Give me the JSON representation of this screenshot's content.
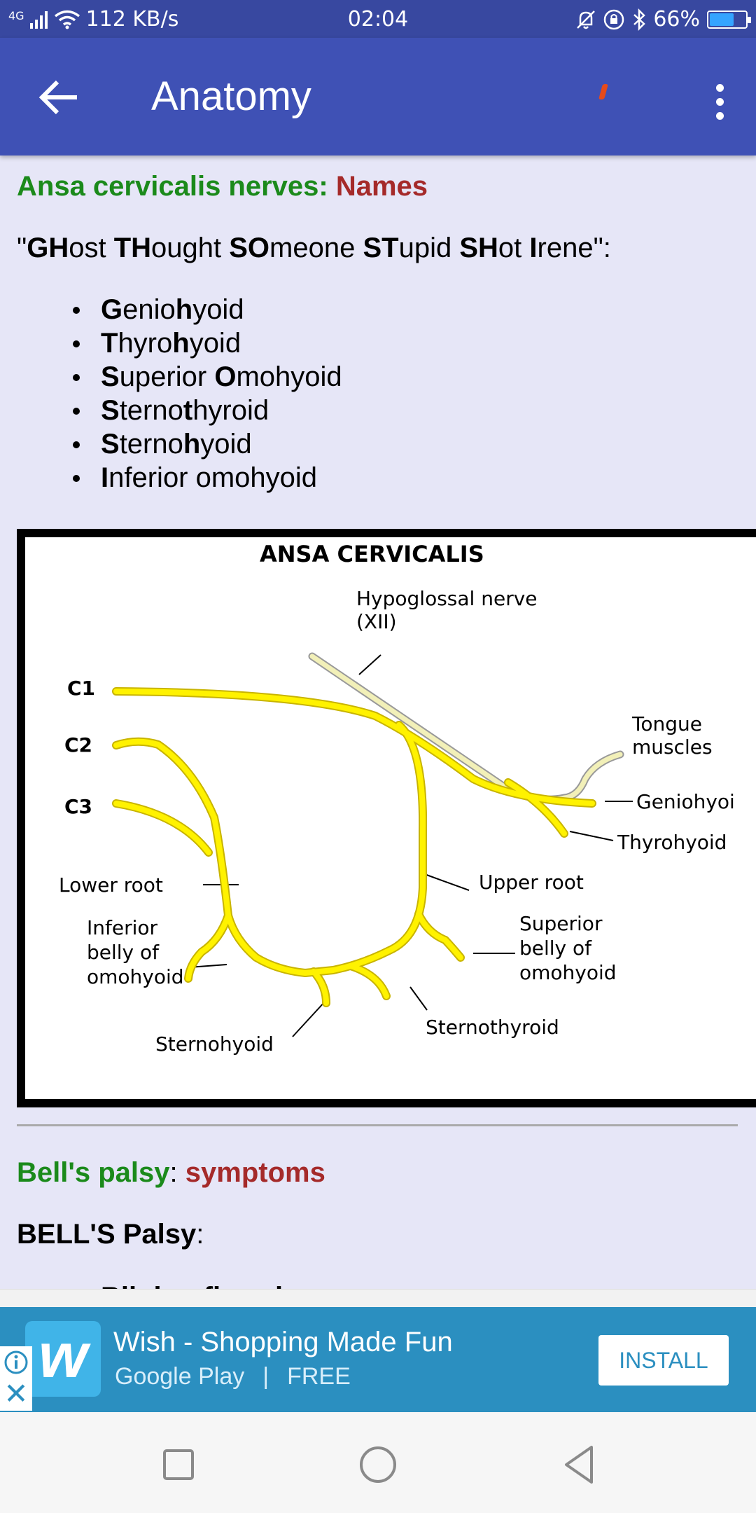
{
  "status_bar": {
    "network": "4G",
    "speed": "112 KB/s",
    "time": "02:04",
    "battery": "66%",
    "battery_level": 0.66
  },
  "app_bar": {
    "title": "Anatomy",
    "back_icon": "arrow-left-icon",
    "menu_icon": "more-vert-icon"
  },
  "section1": {
    "heading_green": "Ansa cervicalis nerves:",
    "heading_red": "Names",
    "mnemonic": [
      {
        "text": "\"",
        "b": false
      },
      {
        "text": "GH",
        "b": true
      },
      {
        "text": "ost ",
        "b": false
      },
      {
        "text": "TH",
        "b": true
      },
      {
        "text": "ought ",
        "b": false
      },
      {
        "text": "SO",
        "b": true
      },
      {
        "text": "meone ",
        "b": false
      },
      {
        "text": "ST",
        "b": true
      },
      {
        "text": "upid ",
        "b": false
      },
      {
        "text": "SH",
        "b": true
      },
      {
        "text": "ot ",
        "b": false
      },
      {
        "text": "I",
        "b": true
      },
      {
        "text": "rene\":",
        "b": false
      }
    ],
    "items": [
      [
        {
          "text": "G",
          "b": true
        },
        {
          "text": "enio",
          "b": false
        },
        {
          "text": "h",
          "b": true
        },
        {
          "text": "yoid",
          "b": false
        }
      ],
      [
        {
          "text": "T",
          "b": true
        },
        {
          "text": "hyro",
          "b": false
        },
        {
          "text": "h",
          "b": true
        },
        {
          "text": "yoid",
          "b": false
        }
      ],
      [
        {
          "text": "S",
          "b": true
        },
        {
          "text": "uperior ",
          "b": false
        },
        {
          "text": "O",
          "b": true
        },
        {
          "text": "mohyoid",
          "b": false
        }
      ],
      [
        {
          "text": "S",
          "b": true
        },
        {
          "text": "terno",
          "b": false
        },
        {
          "text": "t",
          "b": true
        },
        {
          "text": "hyroid",
          "b": false
        }
      ],
      [
        {
          "text": "S",
          "b": true
        },
        {
          "text": "terno",
          "b": false
        },
        {
          "text": "h",
          "b": true
        },
        {
          "text": "yoid",
          "b": false
        }
      ],
      [
        {
          "text": "I",
          "b": true
        },
        {
          "text": "nferior omohyoid",
          "b": false
        }
      ]
    ]
  },
  "diagram": {
    "title": "ANSA CERVICALIS",
    "labels": {
      "hypoglossal_1": "Hypoglossal nerve",
      "hypoglossal_2": "(XII)",
      "c1": "C1",
      "c2": "C2",
      "c3": "C3",
      "tongue_1": "Tongue",
      "tongue_2": "muscles",
      "geniohyoid": "Geniohyoi",
      "thyrohyoid": "Thyrohyoid",
      "lower_root": "Lower root",
      "upper_root": "Upper root",
      "inferior_1": "Inferior",
      "inferior_2": "belly of",
      "inferior_3": "omohyoid",
      "superior_1": "Superior",
      "superior_2": "belly of",
      "superior_3": "omohyoid",
      "sternothyroid": "Sternothyroid",
      "sternohyoid": "Sternohyoid"
    }
  },
  "section2": {
    "heading_green": "Bell's palsy",
    "heading_colon": ":",
    "heading_red": "symptoms",
    "subheading_bold": "BELL'S Palsy",
    "subheading_colon": ":",
    "cut_line": "Blink reflex changes"
  },
  "ad": {
    "title": "Wish - Shopping Made Fun",
    "store": "Google Play",
    "separator": "|",
    "price": "FREE",
    "install_label": "INSTALL",
    "logo_letter": "w",
    "close_symbol": "✕"
  }
}
